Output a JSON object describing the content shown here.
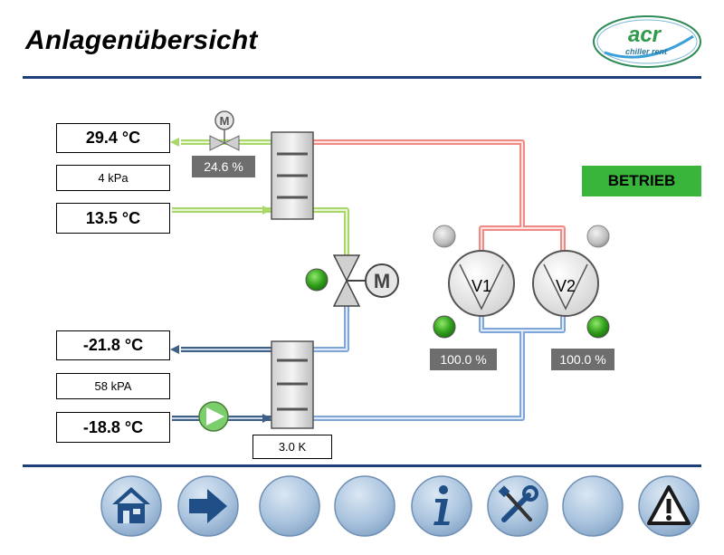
{
  "header": {
    "title": "Anlagenübersicht"
  },
  "logo": {
    "brand": "acr",
    "tagline": "chiller rent"
  },
  "status": {
    "label": "BETRIEB",
    "color": "#39b53b"
  },
  "condenser": {
    "outlet_temp": "29.4  °C",
    "pressure": "4  kPa",
    "inlet_temp": "13.5  °C",
    "valve_opening": "24.6  %"
  },
  "evaporator": {
    "outlet_temp": "-21.8  °C",
    "pressure": "58  kPA",
    "inlet_temp": "-18.8  °C",
    "delta_t": "3.0  K"
  },
  "compressors": [
    {
      "label": "V1",
      "load": "100.0  %"
    },
    {
      "label": "V2",
      "load": "100.0  %"
    }
  ],
  "icons": {
    "motor_label": "M"
  },
  "nav": [
    {
      "name": "home-icon"
    },
    {
      "name": "arrow-right-icon"
    },
    {
      "name": "blank"
    },
    {
      "name": "blank"
    },
    {
      "name": "info-icon"
    },
    {
      "name": "tools-icon"
    },
    {
      "name": "blank"
    },
    {
      "name": "warning-icon"
    }
  ],
  "colors": {
    "header_rule": "#1f3f7a",
    "pipe_hot": "#f08a84",
    "pipe_green": "#a8d86a",
    "pipe_cold": "#7fa6d8",
    "pipe_dark": "#3e5f86",
    "lamp_on": "#2f9e1a",
    "lamp_off": "#bdbdbd"
  }
}
